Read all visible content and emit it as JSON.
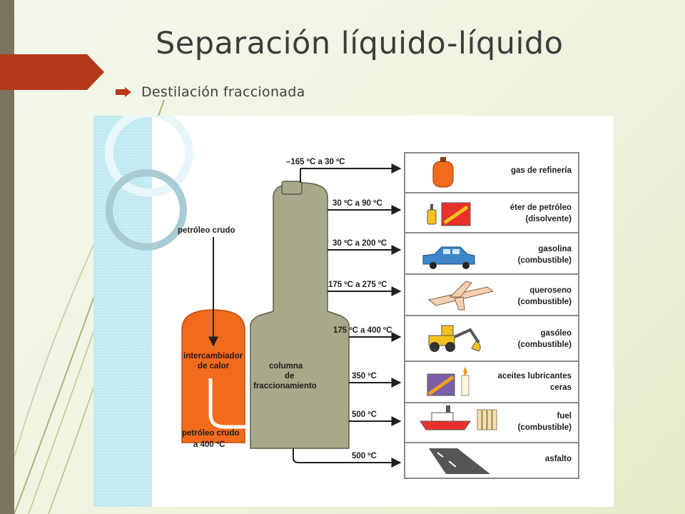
{
  "slide": {
    "title": "Separación líquido-líquido",
    "bullet": "Destilación fraccionada"
  },
  "diagram": {
    "feed_label": "petróleo crudo",
    "exchanger_label_1": "intercambiador",
    "exchanger_label_2": "de calor",
    "hot_feed_label_1": "petróleo crudo",
    "hot_feed_label_2": "a 400 ºC",
    "column_label_1": "columna",
    "column_label_2": "de",
    "column_label_3": "fraccionamiento",
    "fractions": [
      {
        "temp": "–165 ºC a 30 ºC",
        "product_1": "gas de refinería",
        "product_2": ""
      },
      {
        "temp": "30 ºC a 90 ºC",
        "product_1": "éter de petróleo",
        "product_2": "(disolvente)"
      },
      {
        "temp": "30 ºC a 200 ºC",
        "product_1": "gasolina",
        "product_2": "(combustible)"
      },
      {
        "temp": "175 ºC a 275 ºC",
        "product_1": "queroseno",
        "product_2": "(combustible)"
      },
      {
        "temp": "175 ºC a 400 ºC",
        "product_1": "gasóleo",
        "product_2": "(combustible)"
      },
      {
        "temp": "350 ºC",
        "product_1": "aceites lubricantes",
        "product_2": "ceras"
      },
      {
        "temp": "500 ºC",
        "product_1": "fuel",
        "product_2": "(combustible)"
      },
      {
        "temp": "500 ºC",
        "product_1": "asfalto",
        "product_2": ""
      }
    ]
  },
  "colors": {
    "accent": "#b5381b",
    "exchanger": "#f26a1b",
    "column": "#a8a88a",
    "table_border": "#8a8a8a"
  }
}
